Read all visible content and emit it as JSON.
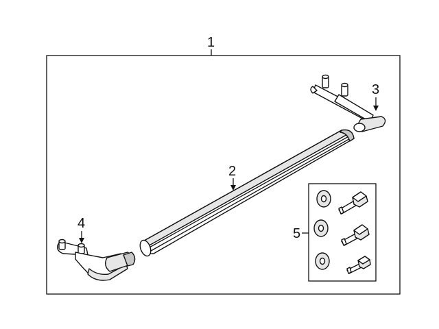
{
  "diagram": {
    "callouts": {
      "assembly": "1",
      "board": "2",
      "rear_bracket": "3",
      "front_bracket": "4",
      "hardware": "5"
    }
  }
}
